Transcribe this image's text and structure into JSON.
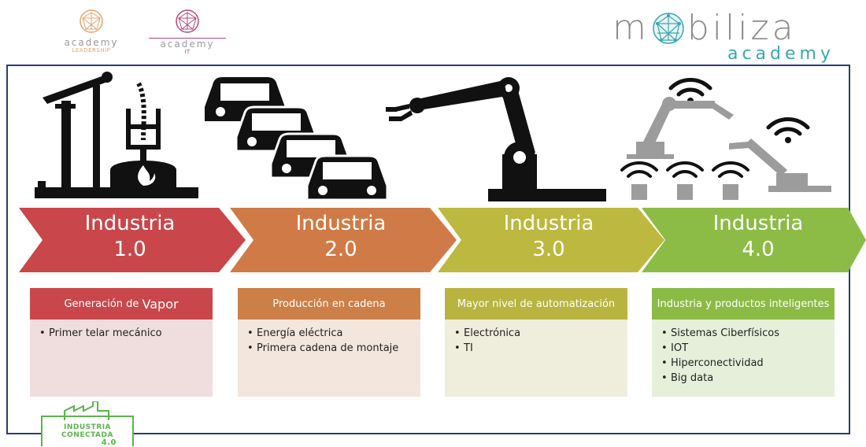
{
  "logos": {
    "leadership": {
      "name": "academy",
      "sub": "LEADERSHIP",
      "color": "#e3a46b"
    },
    "it": {
      "name": "academy",
      "sub": "IT",
      "color": "#b04a79"
    },
    "mobiliza": {
      "title_a": "m",
      "title_b": "biliza",
      "sub": "academy",
      "color": "#3aa6b1"
    }
  },
  "stages": [
    {
      "title": "Industria",
      "version": "1.0",
      "color": "#c9474b",
      "box_head_a": "Generación de ",
      "box_head_b": "Vapor",
      "box_color": "#c9474b",
      "box_bg": "#f0dede",
      "items": [
        "Primer telar mecánico"
      ]
    },
    {
      "title": "Industria",
      "version": "2.0",
      "color": "#d07b47",
      "box_head": "Producción en cadena",
      "box_color": "#cd7f48",
      "box_bg": "#f3e6dc",
      "items": [
        "Energía eléctrica",
        "Primera cadena de montaje"
      ]
    },
    {
      "title": "Industria",
      "version": "3.0",
      "color": "#bdb83f",
      "box_head": "Mayor nivel de automatización",
      "box_color": "#b8b43f",
      "box_bg": "#efeedd",
      "items": [
        "Electrónica",
        "TI"
      ]
    },
    {
      "title": "Industria",
      "version": "4.0",
      "color": "#8cbc45",
      "box_head": "Industria y productos inteligentes",
      "box_color": "#8bbb45",
      "box_bg": "#e6efda",
      "items": [
        "Sistemas Ciberfísicos",
        "IOT",
        "Hiperconectividad",
        "Big data"
      ]
    }
  ],
  "badge": {
    "line1": "INDUSTRIA",
    "line2": "CONECTADA",
    "line3": "4.0",
    "color": "#5bb44c"
  }
}
